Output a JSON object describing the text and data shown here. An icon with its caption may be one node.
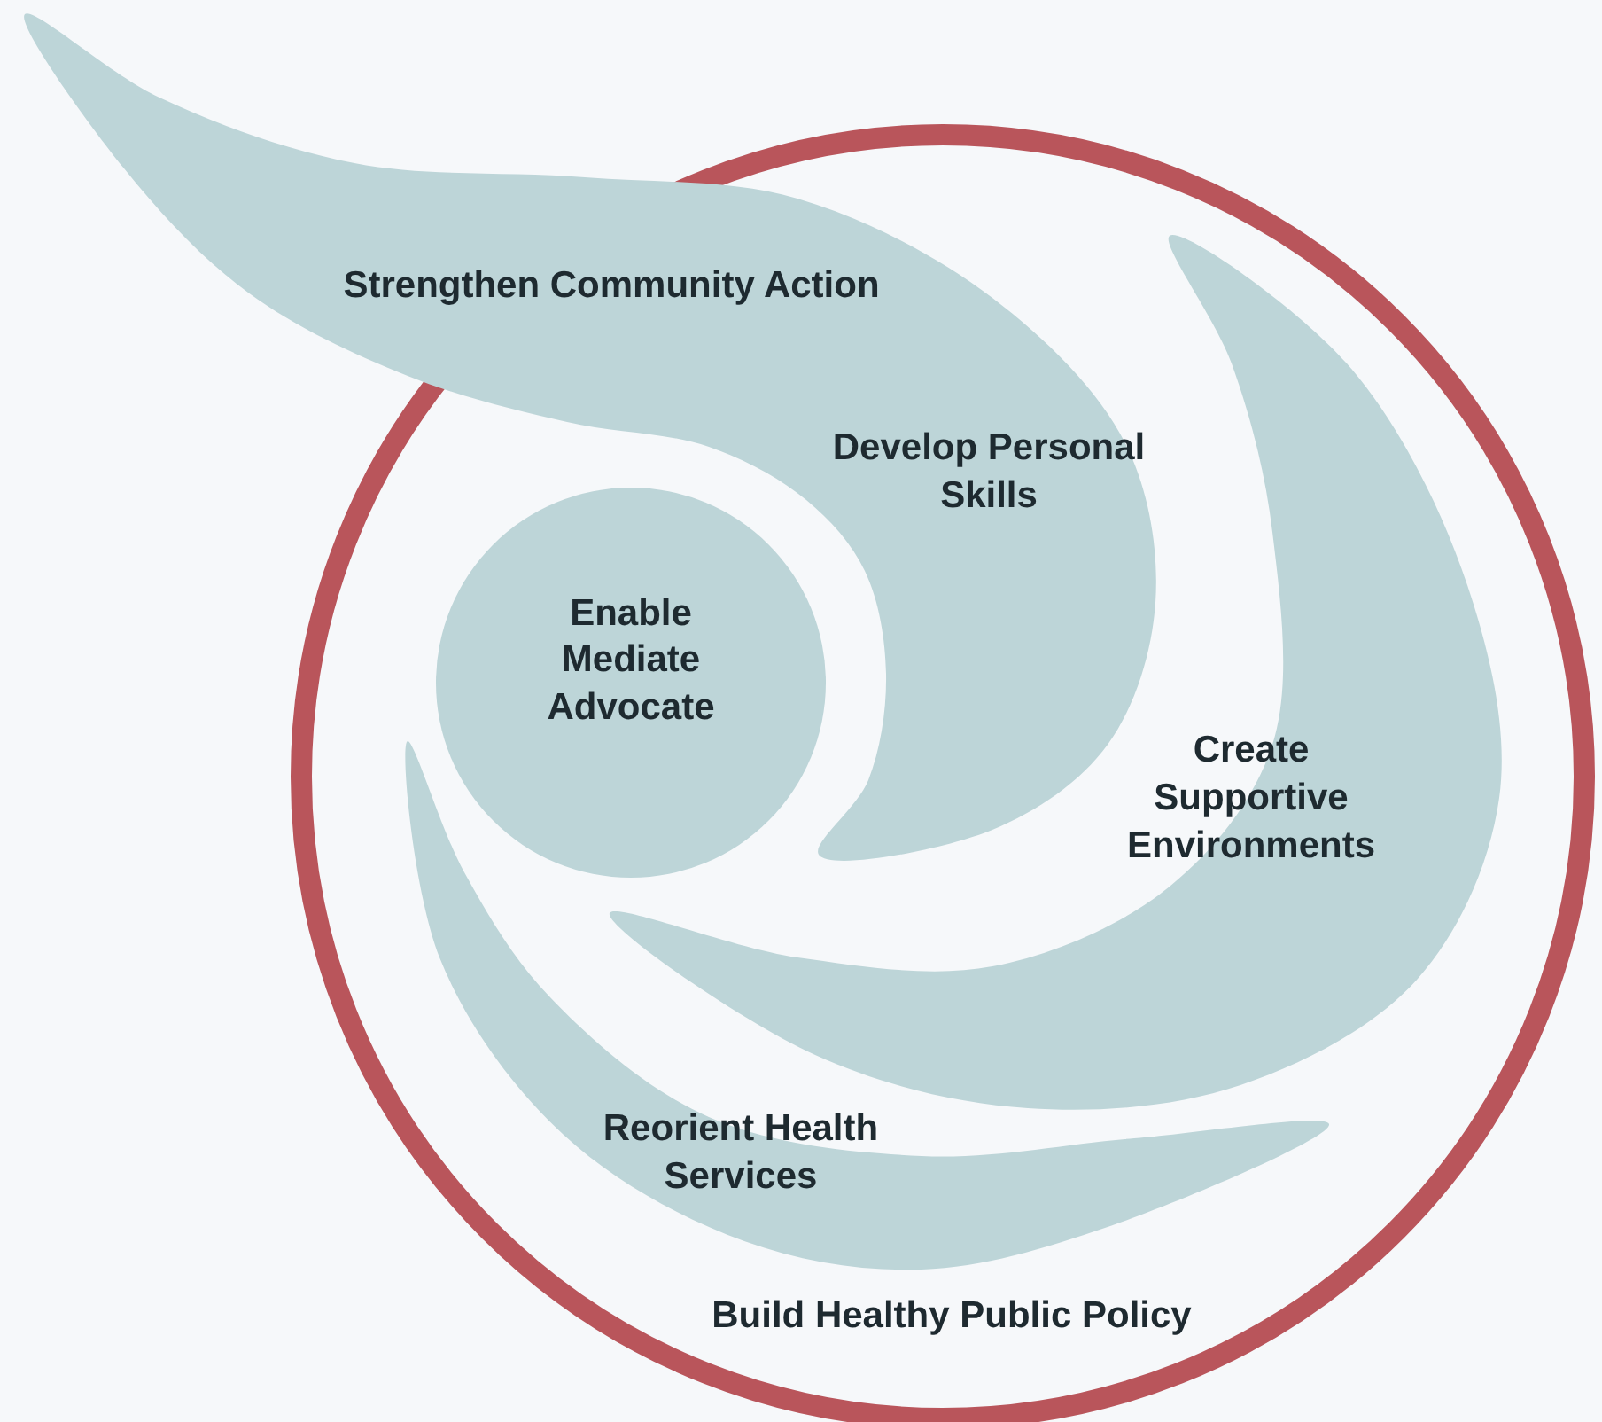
{
  "diagram": {
    "nodes": [
      {
        "text": [
          "Build Healthy Public Policy"
        ]
      },
      {
        "text": [
          "Strengthen Community Action",
          "Develop Personal Skills"
        ]
      },
      {
        "text": [
          "Create Supportive Environments"
        ],
        "in": 0
      },
      {
        "text": [
          "Reorient Health Services"
        ],
        "in": 0
      },
      {
        "text": [
          "Enable",
          "Mediate",
          "Advocate"
        ],
        "in": 0
      }
    ]
  }
}
